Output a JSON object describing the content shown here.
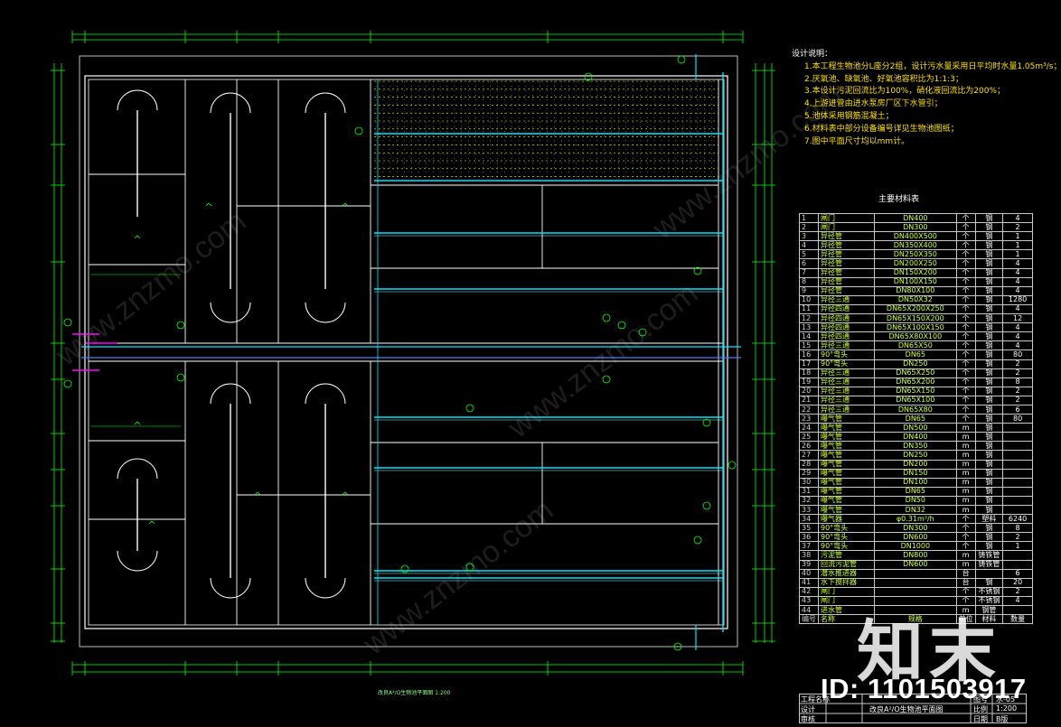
{
  "notes": {
    "title": "设计说明：",
    "lines": [
      "1.本工程生物池分L座分2组，设计污水量采用日平均时水量1.05m³/s；",
      "2.厌氧池、缺氧池、好氧池容积比为1:1:3；",
      "3.本设计污泥回流比为100%，硝化液回流比为200%；",
      "4.上游进管由进水泵房厂区下水管引；",
      "5.池体采用钢筋混凝土；",
      "6.材料表中部分设备编号详见生物池图纸；",
      "7.图中平面尺寸均以mm计。"
    ]
  },
  "materials": {
    "title": "主要材料表",
    "rows": [
      [
        "1",
        "闸门",
        "DN400",
        "个",
        "钢",
        "4"
      ],
      [
        "2",
        "闸门",
        "DN300",
        "个",
        "钢",
        "2"
      ],
      [
        "3",
        "异径管",
        "DN400X500",
        "个",
        "钢",
        "1"
      ],
      [
        "4",
        "异径管",
        "DN350X400",
        "个",
        "钢",
        "1"
      ],
      [
        "5",
        "异径管",
        "DN250X350",
        "个",
        "钢",
        "1"
      ],
      [
        "6",
        "异径管",
        "DN200X250",
        "个",
        "钢",
        "4"
      ],
      [
        "7",
        "异径管",
        "DN150X200",
        "个",
        "钢",
        "4"
      ],
      [
        "8",
        "异径管",
        "DN100X150",
        "个",
        "钢",
        "4"
      ],
      [
        "9",
        "异径管",
        "DN80X100",
        "个",
        "钢",
        "4"
      ],
      [
        "10",
        "异径三通",
        "DN50X32",
        "个",
        "钢",
        "1280"
      ],
      [
        "11",
        "异径四通",
        "DN65X200X250",
        "个",
        "钢",
        "4"
      ],
      [
        "12",
        "异径四通",
        "DN65X150X200",
        "个",
        "钢",
        "12"
      ],
      [
        "13",
        "异径四通",
        "DN65X100X150",
        "个",
        "钢",
        "4"
      ],
      [
        "14",
        "异径四通",
        "DN65X80X100",
        "个",
        "钢",
        "4"
      ],
      [
        "15",
        "异径三通",
        "DN65X50",
        "个",
        "钢",
        "4"
      ],
      [
        "16",
        "90°弯头",
        "DN65",
        "个",
        "钢",
        "80"
      ],
      [
        "17",
        "90°弯头",
        "DN250",
        "个",
        "钢",
        "2"
      ],
      [
        "18",
        "异径三通",
        "DN65X250",
        "个",
        "钢",
        "2"
      ],
      [
        "19",
        "异径三通",
        "DN65X200",
        "个",
        "钢",
        "8"
      ],
      [
        "20",
        "异径三通",
        "DN65X150",
        "个",
        "钢",
        "2"
      ],
      [
        "21",
        "异径三通",
        "DN65X100",
        "个",
        "钢",
        "2"
      ],
      [
        "22",
        "异径三通",
        "DN65X80",
        "个",
        "钢",
        "6"
      ],
      [
        "23",
        "曝气管",
        "DN65",
        "个",
        "钢",
        "80"
      ],
      [
        "24",
        "曝气管",
        "DN500",
        "m",
        "钢",
        ""
      ],
      [
        "25",
        "曝气管",
        "DN400",
        "m",
        "钢",
        ""
      ],
      [
        "26",
        "曝气管",
        "DN350",
        "m",
        "钢",
        ""
      ],
      [
        "27",
        "曝气管",
        "DN250",
        "m",
        "钢",
        ""
      ],
      [
        "28",
        "曝气管",
        "DN200",
        "m",
        "钢",
        ""
      ],
      [
        "29",
        "曝气管",
        "DN150",
        "m",
        "钢",
        ""
      ],
      [
        "30",
        "曝气管",
        "DN100",
        "m",
        "钢",
        ""
      ],
      [
        "31",
        "曝气管",
        "DN65",
        "m",
        "钢",
        ""
      ],
      [
        "32",
        "曝气管",
        "DN50",
        "m",
        "钢",
        ""
      ],
      [
        "33",
        "曝气管",
        "DN32",
        "m",
        "钢",
        ""
      ],
      [
        "34",
        "曝气器",
        "φ0.31m³/h",
        "个",
        "塑料",
        "6240"
      ],
      [
        "35",
        "90°弯头",
        "DN300",
        "个",
        "钢",
        "8"
      ],
      [
        "36",
        "90°弯头",
        "DN600",
        "个",
        "钢",
        "2"
      ],
      [
        "37",
        "90°弯头",
        "DN1000",
        "个",
        "钢",
        "1"
      ],
      [
        "38",
        "污泥管",
        "DN800",
        "m",
        "铸铁管",
        ""
      ],
      [
        "39",
        "回流污泥管",
        "DN600",
        "m",
        "铸铁管",
        ""
      ],
      [
        "40",
        "潜水推进器",
        "",
        "台",
        "",
        "6"
      ],
      [
        "41",
        "水下搅拌器",
        "",
        "台",
        "钢",
        "20"
      ],
      [
        "42",
        "闸门",
        "",
        "个",
        "不锈钢",
        "2"
      ],
      [
        "43",
        "闸门",
        "",
        "个",
        "不锈钢",
        "4"
      ],
      [
        "44",
        "进水管",
        "",
        "m",
        "钢管",
        ""
      ]
    ],
    "header": [
      "编号",
      "名称",
      "规格",
      "单位",
      "材料",
      "数量"
    ]
  },
  "titleblock": {
    "drawing_title": "改良A²/O生物池平面图",
    "scale_label": "比例",
    "scale": "1:200",
    "sheet_label": "图号",
    "sheet": "水-05",
    "date_label": "日期",
    "project_label": "工程名称",
    "designer_label": "设计",
    "checker_label": "审核",
    "sheet_a": "B版"
  },
  "plan": {
    "caption": "改良A²/O生物池平面图 1:200"
  },
  "branding": {
    "logo": "知末",
    "id_text": "ID: 1101503917",
    "watermark": "www.znzmo.com"
  },
  "colors": {
    "background": "#000000",
    "line_main": "#ffffff",
    "dimension": "#00ff00",
    "pipe": "#00e5ff",
    "diffuser": "#ffff00",
    "accent": "#ff00ff"
  }
}
